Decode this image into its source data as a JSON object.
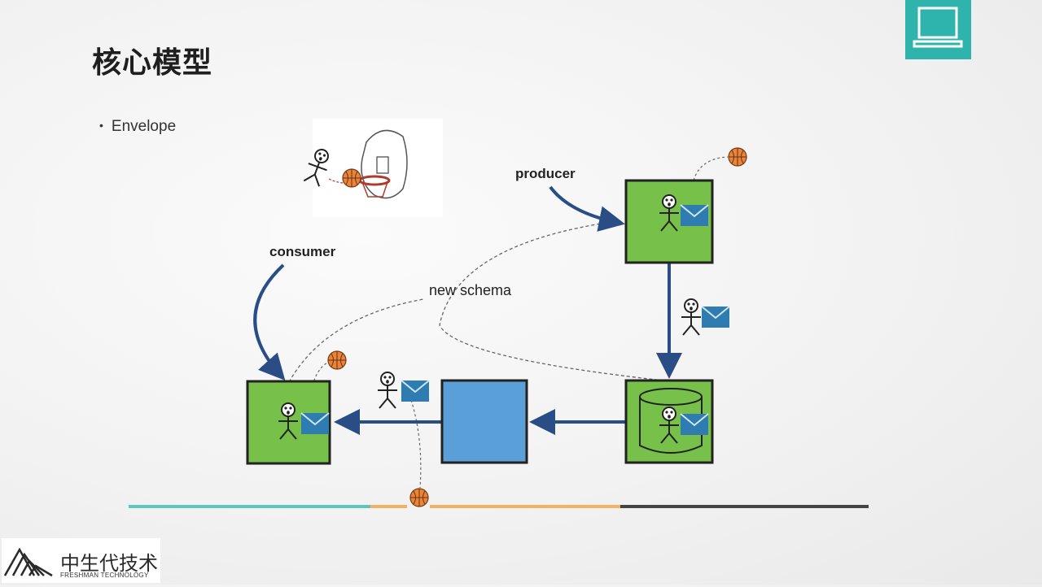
{
  "slide": {
    "title": "核心模型",
    "bullets": [
      "Envelope"
    ]
  },
  "diagram": {
    "labels": {
      "producer": "producer",
      "consumer": "consumer",
      "new_schema": "new schema"
    },
    "colors": {
      "node_green": "#77c04a",
      "node_blue": "#5b9fd9",
      "arrow": "#2b4d86",
      "envelope": "#2f7cb0",
      "ball": "#e8853a",
      "timeline_teal": "#5cc8bd",
      "timeline_orange": "#f4b063",
      "timeline_dark": "#444444"
    }
  },
  "logo": {
    "cn": "中生代技术",
    "en": "FRESHMAN TECHNOLOGY"
  }
}
